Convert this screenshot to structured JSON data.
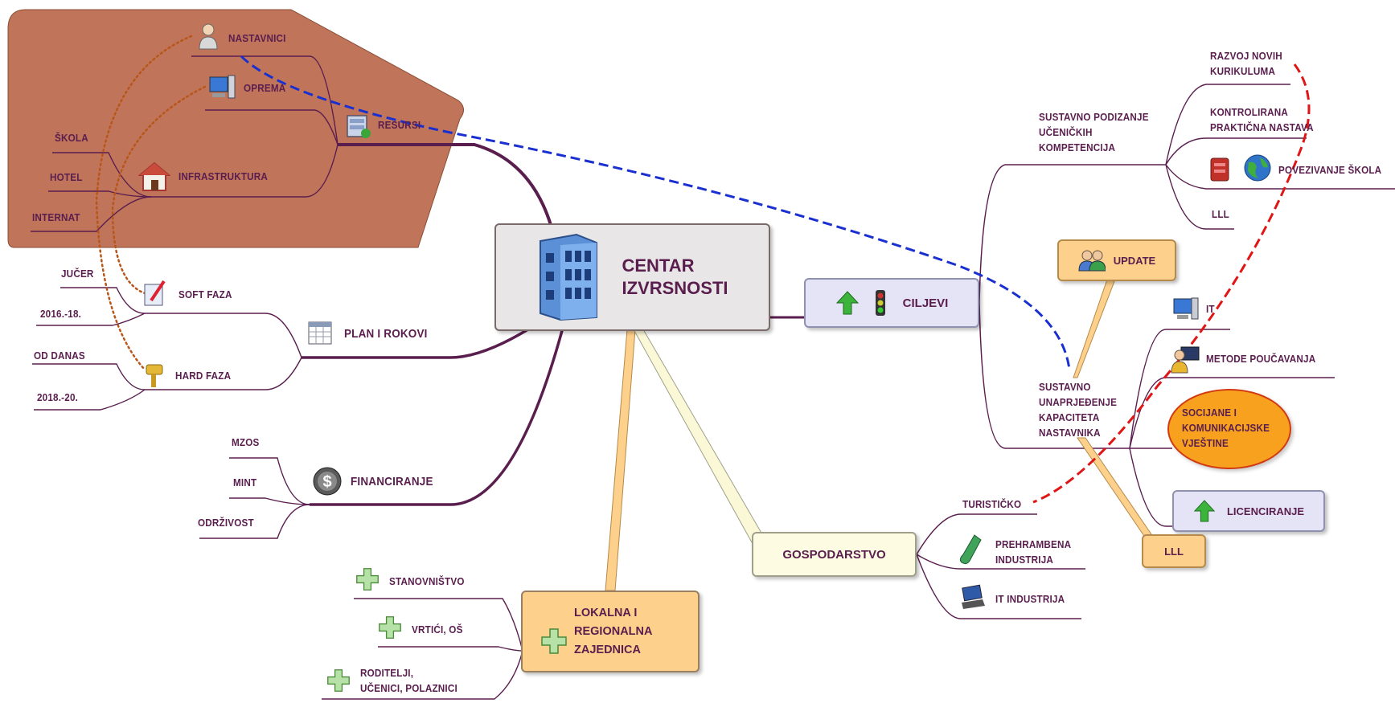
{
  "center": {
    "title": "CENTAR\nIZVRSNOSTI"
  },
  "resursi": {
    "label": "RESURSI",
    "nastavnici": "NASTAVNICI",
    "oprema": "OPREMA",
    "infrastruktura": "INFRASTRUKTURA",
    "skola": "ŠKOLA",
    "hotel": "HOTEL",
    "internat": "INTERNAT"
  },
  "plan": {
    "label": "PLAN I ROKOVI",
    "soft": "SOFT FAZA",
    "jucer": "JUČER",
    "soft_years": "2016.-18.",
    "hard": "HARD FAZA",
    "od_danas": "OD DANAS",
    "hard_years": "2018.-20."
  },
  "financiranje": {
    "label": "FINANCIRANJE",
    "items": [
      "MZOS",
      "MINT",
      "ODRŽIVOST"
    ]
  },
  "lokalna": {
    "label": "LOKALNA I\nREGIONALNA\nZAJEDNICA",
    "items": [
      "STANOVNIŠTVO",
      "VRTIĆI, OŠ",
      "RODITELJI,\nUČENICI, POLAZNICI"
    ]
  },
  "gospodarstvo": {
    "label": "GOSPODARSTVO",
    "items": [
      "TURISTIČKO",
      "PREHRAMBENA\nINDUSTRIJA",
      "IT INDUSTRIJA"
    ]
  },
  "ciljevi": {
    "label": "CILJEVI",
    "kompetencije": {
      "label": "SUSTAVNO PODIZANJE\nUČENIČKIH\nKOMPETENCIJA",
      "items": [
        "RAZVOJ NOVIH\nKURIKULUMA",
        "KONTROLIRANA\nPRAKTIČNA NASTAVA",
        "POVEZIVANJE ŠKOLA",
        "LLL"
      ]
    },
    "kapaciteti": {
      "label": "SUSTAVNO\nUNAPRJEĐENJE\nKAPACITETA\nNASTAVNIKA",
      "items": [
        "IT",
        "METODE POUČAVANJA",
        "SOCIJANE I\nKOMUNIKACIJSKE\nVJEŠTINE",
        "LICENCIRANJE"
      ],
      "update": "UPDATE",
      "lll": "LLL"
    }
  },
  "colors": {
    "branch": "#5a1e4e",
    "resursi_bg": "#c0755a",
    "blue_link": "#1a2fd0",
    "red_link": "#e01515",
    "brown_link": "#b8561a",
    "orange_box": "#fdd08c",
    "center_bg": "#e8e6e6",
    "ciljevi_bg": "#e4e4f6"
  },
  "icons": [
    "person-icon",
    "computer-icon",
    "database-icon",
    "house-icon",
    "calendar-icon",
    "pencil-icon",
    "gavel-icon",
    "dollar-icon",
    "building-icon",
    "green-arrow-icon",
    "traffic-light-icon",
    "people-icon",
    "monitor-icon",
    "teacher-icon",
    "globe-icon",
    "server-icon",
    "bottle-icon",
    "laptop-icon",
    "plus-icon"
  ]
}
